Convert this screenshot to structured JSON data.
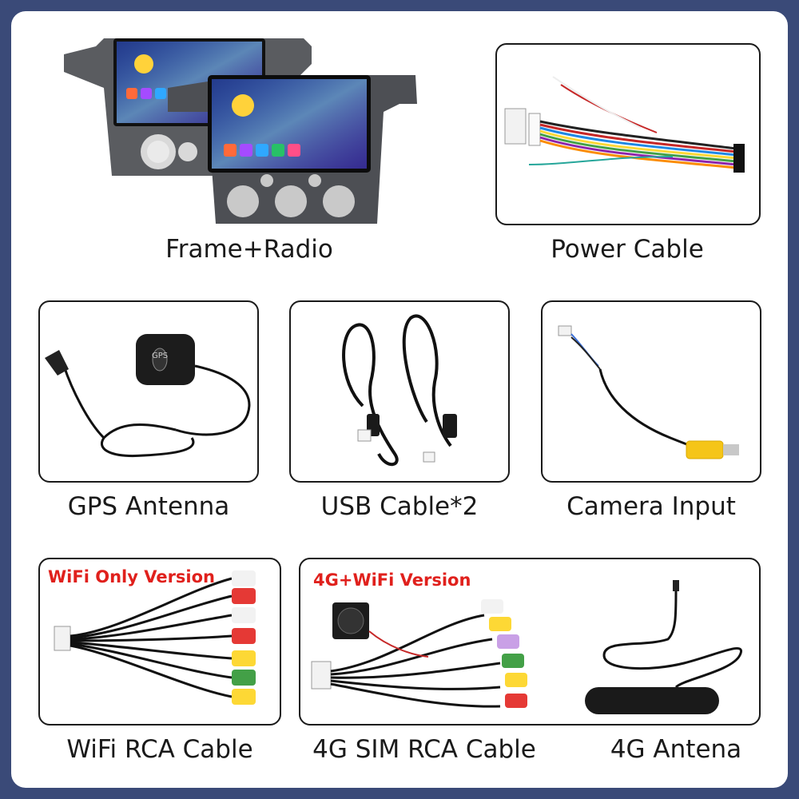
{
  "colors": {
    "background": "#3a4a78",
    "card": "#ffffff",
    "border": "#1a1a1a",
    "tag_red": "#e0201c"
  },
  "items": {
    "frame_radio": {
      "label": "Frame+Radio",
      "icon": "car-radio-frame-icon"
    },
    "power_cable": {
      "label": "Power Cable",
      "icon": "wire-harness-icon"
    },
    "gps_antenna": {
      "label": "GPS Antenna",
      "icon": "gps-antenna-icon",
      "device_text": "GPS"
    },
    "usb_cable": {
      "label": "USB Cable*2",
      "icon": "usb-cable-icon"
    },
    "camera_input": {
      "label": "Camera Input",
      "icon": "rca-camera-cable-icon"
    },
    "wifi_rca_cable": {
      "label": "WiFi RCA Cable",
      "icon": "rca-cable-icon",
      "tag": "WiFi Only Version"
    },
    "sim_rca_cable": {
      "label": "4G SIM RCA Cable",
      "icon": "rca-cable-fan-icon",
      "tag": "4G+WiFi Version"
    },
    "antenna_4g": {
      "label": "4G Antena",
      "icon": "4g-antenna-icon"
    }
  }
}
